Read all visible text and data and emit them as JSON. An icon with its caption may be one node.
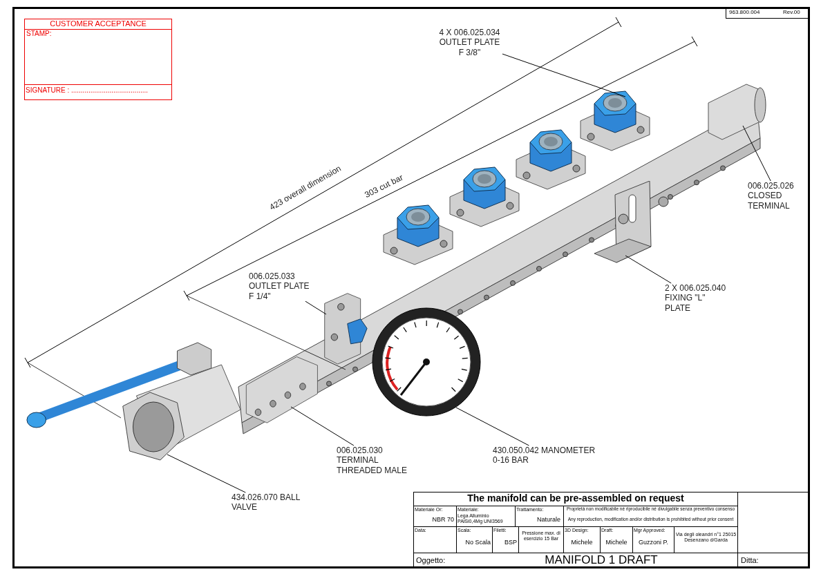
{
  "diagram": {
    "nodes": [
      {
        "text": [
          "4 X 006.025.034 OUTLET PLATE F 3/8\""
        ]
      },
      {
        "text": [],
        "shape": "picture"
      },
      {
        "text": [
          "006.025.026 CLOSED TERMINAL"
        ]
      },
      {
        "text": [],
        "shape": "picture"
      },
      {
        "text": [
          "006.025.033 OUTLET PLATE F 1/4\""
        ]
      },
      {
        "text": [],
        "shape": "picture"
      },
      {
        "text": [
          "2 X 006.025.040 FIXING \"L\" PLATE"
        ]
      },
      {
        "text": [],
        "shape": "picture"
      },
      {
        "text": [
          "006.025.030 TERMINAL THREADED MALE"
        ]
      },
      {
        "text": [],
        "shape": "picture"
      },
      {
        "text": [
          "430.050.042 MANOMETER 0-16 BAR"
        ]
      },
      {
        "text": [],
        "shape": "picture"
      },
      {
        "text": [
          "434.026.070 BALL VALVE"
        ]
      },
      {
        "text": [],
        "shape": "picture"
      }
    ],
    "edges": [
      {
        "from": 0,
        "to": 1,
        "arrow": "none"
      },
      {
        "from": 2,
        "to": 3,
        "arrow": "none"
      },
      {
        "from": 4,
        "to": 5,
        "arrow": "none"
      },
      {
        "from": 6,
        "to": 7,
        "arrow": "none"
      },
      {
        "from": 8,
        "to": 9,
        "arrow": "none"
      },
      {
        "from": 10,
        "to": 11,
        "arrow": "none"
      },
      {
        "from": 12,
        "to": 13,
        "arrow": "none"
      }
    ],
    "labels": [
      "CUSTOMER ACCEPTANCE",
      "STAMP:",
      "SIGNATURE : ........................................",
      "963.800.004",
      "Rev.00",
      "423 overall dimension",
      "303 cut bar",
      "The manifold can be pre-assembled on request",
      "Materiale Or:",
      "NBR 70",
      "Materiale:",
      "Lega Alluminio PAlSi0,4Mg UNI3569",
      "Trattamento:",
      "Naturale",
      "Proprietà non modificabile né riproducibile né divulgabile senza preventivo consenso",
      "Any reproduction, modification and/or distribution is prohibited without prior consent",
      "Data:",
      "Scala:",
      "No Scala",
      "Filetti:",
      "BSP",
      "Pressione max. di esercizio 15 Bar",
      "3D Design:",
      "Michele",
      "Draft:",
      "Michele",
      "Mgr Approved:",
      "Guzzoni P.",
      "Via degli oleandri n°1 25015 Desenzano d/Garda",
      "Oggetto:",
      "MANIFOLD 1 DRAFT",
      "Ditta:"
    ]
  }
}
